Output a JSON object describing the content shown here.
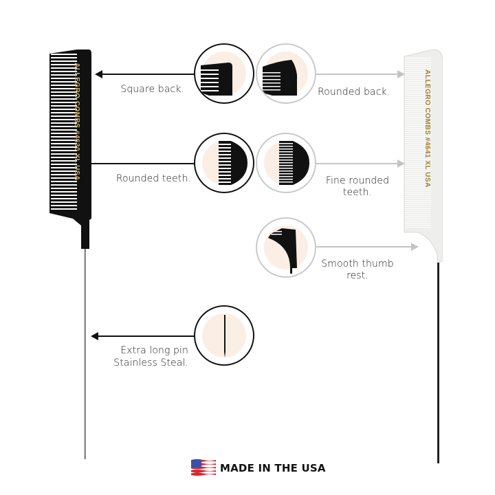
{
  "left_comb": {
    "engraving": "ALLEGRO COMBS #4630 XL USA",
    "color": "#111111",
    "text_color": "#c8b06a"
  },
  "right_comb": {
    "engraving": "ALLEGRO COMBS #4641 XL USA",
    "color": "#eeeeec",
    "text_color": "#a08030"
  },
  "callouts": {
    "square_back": "Square back.",
    "rounded_back": "Rounded back.",
    "rounded_teeth": "Rounded teeth.",
    "fine_rounded_teeth_1": "Fine rounded",
    "fine_rounded_teeth_2": "teeth.",
    "smooth_thumb_1": "Smooth thumb",
    "smooth_thumb_2": "rest.",
    "pin_1": "Extra long pin",
    "pin_2": "Stainless Steal."
  },
  "footer": {
    "made_in": "MADE IN THE USA",
    "flag_icon": "us-flag"
  },
  "colors": {
    "disc_fill": "#fbeee4",
    "dark_line": "#111111",
    "light_line": "#c4c4c4"
  }
}
